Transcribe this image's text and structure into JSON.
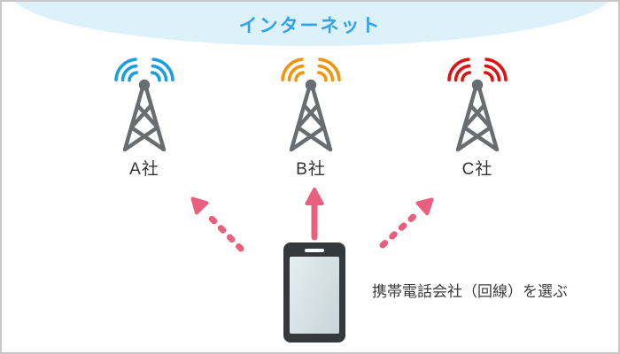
{
  "internet": {
    "label": "インターネット"
  },
  "towers": [
    {
      "label": "A社"
    },
    {
      "label": "B社"
    },
    {
      "label": "C社"
    }
  ],
  "caption": {
    "text": "携帯電話会社（回線）を選ぶ"
  },
  "colors": {
    "bg": "#ffffff",
    "border": "#c8c8c8",
    "cloud": "#ddf1fb",
    "internet-text": "#2ca3ec",
    "tower": "#6a6d70",
    "wave-a": "#1b9de2",
    "wave-b": "#f2940f",
    "wave-c": "#e01111",
    "phone-body": "#35393c",
    "screen-hi": "#e6eef1",
    "screen-lo": "#c7d4d9",
    "arrow": "#e9607e",
    "label-text": "#333333",
    "caption-text": "#3b3b3b"
  }
}
